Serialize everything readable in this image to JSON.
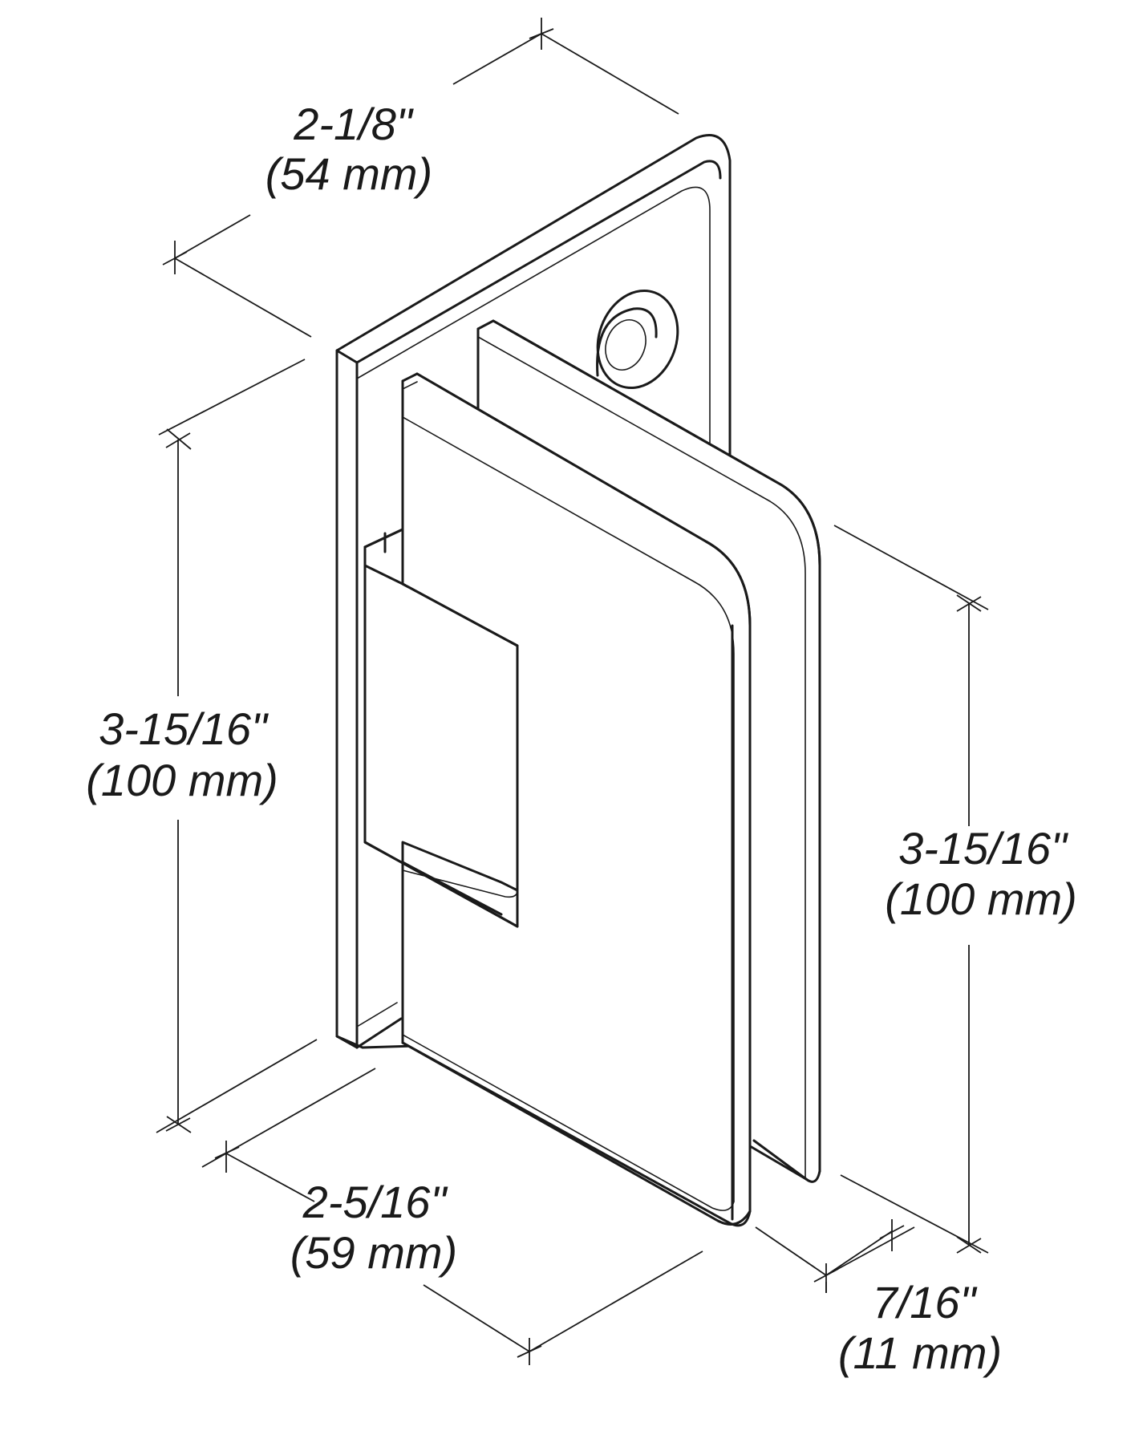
{
  "dimensions": {
    "width": {
      "imperial": "2-1/8\"",
      "metric": "(54 mm)"
    },
    "left_height": {
      "imperial": "3-15/16\"",
      "metric": "(100 mm)"
    },
    "right_height": {
      "imperial": "3-15/16\"",
      "metric": "(100 mm)"
    },
    "depth": {
      "imperial": "2-5/16\"",
      "metric": "(59 mm)"
    },
    "thickness": {
      "imperial": "7/16\"",
      "metric": "(11 mm)"
    }
  },
  "colors": {
    "line": "#1a1a1a",
    "background": "#ffffff"
  }
}
